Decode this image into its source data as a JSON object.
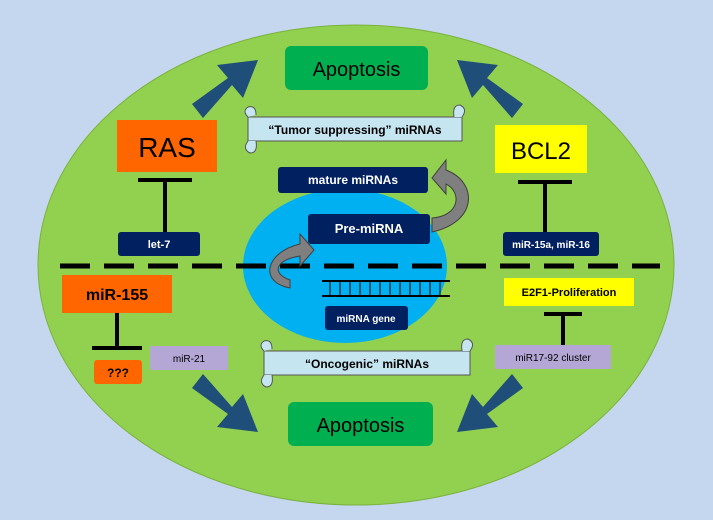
{
  "top": {
    "apoptosis": "Apoptosis"
  },
  "bottom": {
    "apoptosis": "Apoptosis"
  },
  "left": {
    "ras": "RAS",
    "let7": "let-7",
    "mir155": "miR-155",
    "unknown": "???",
    "mir21": "miR-21"
  },
  "right": {
    "bcl2": "BCL2",
    "mir15": "miR-15a, miR-16",
    "e2f1": "E2F1-Proliferation",
    "mir17": "miR17-92 cluster"
  },
  "center": {
    "mature": "mature miRNAs",
    "pre": "Pre-miRNA",
    "gene": "miRNA gene"
  },
  "scrolls": {
    "tumor": "“Tumor suppressing” miRNAs",
    "onco": "“Oncogenic” miRNAs"
  }
}
